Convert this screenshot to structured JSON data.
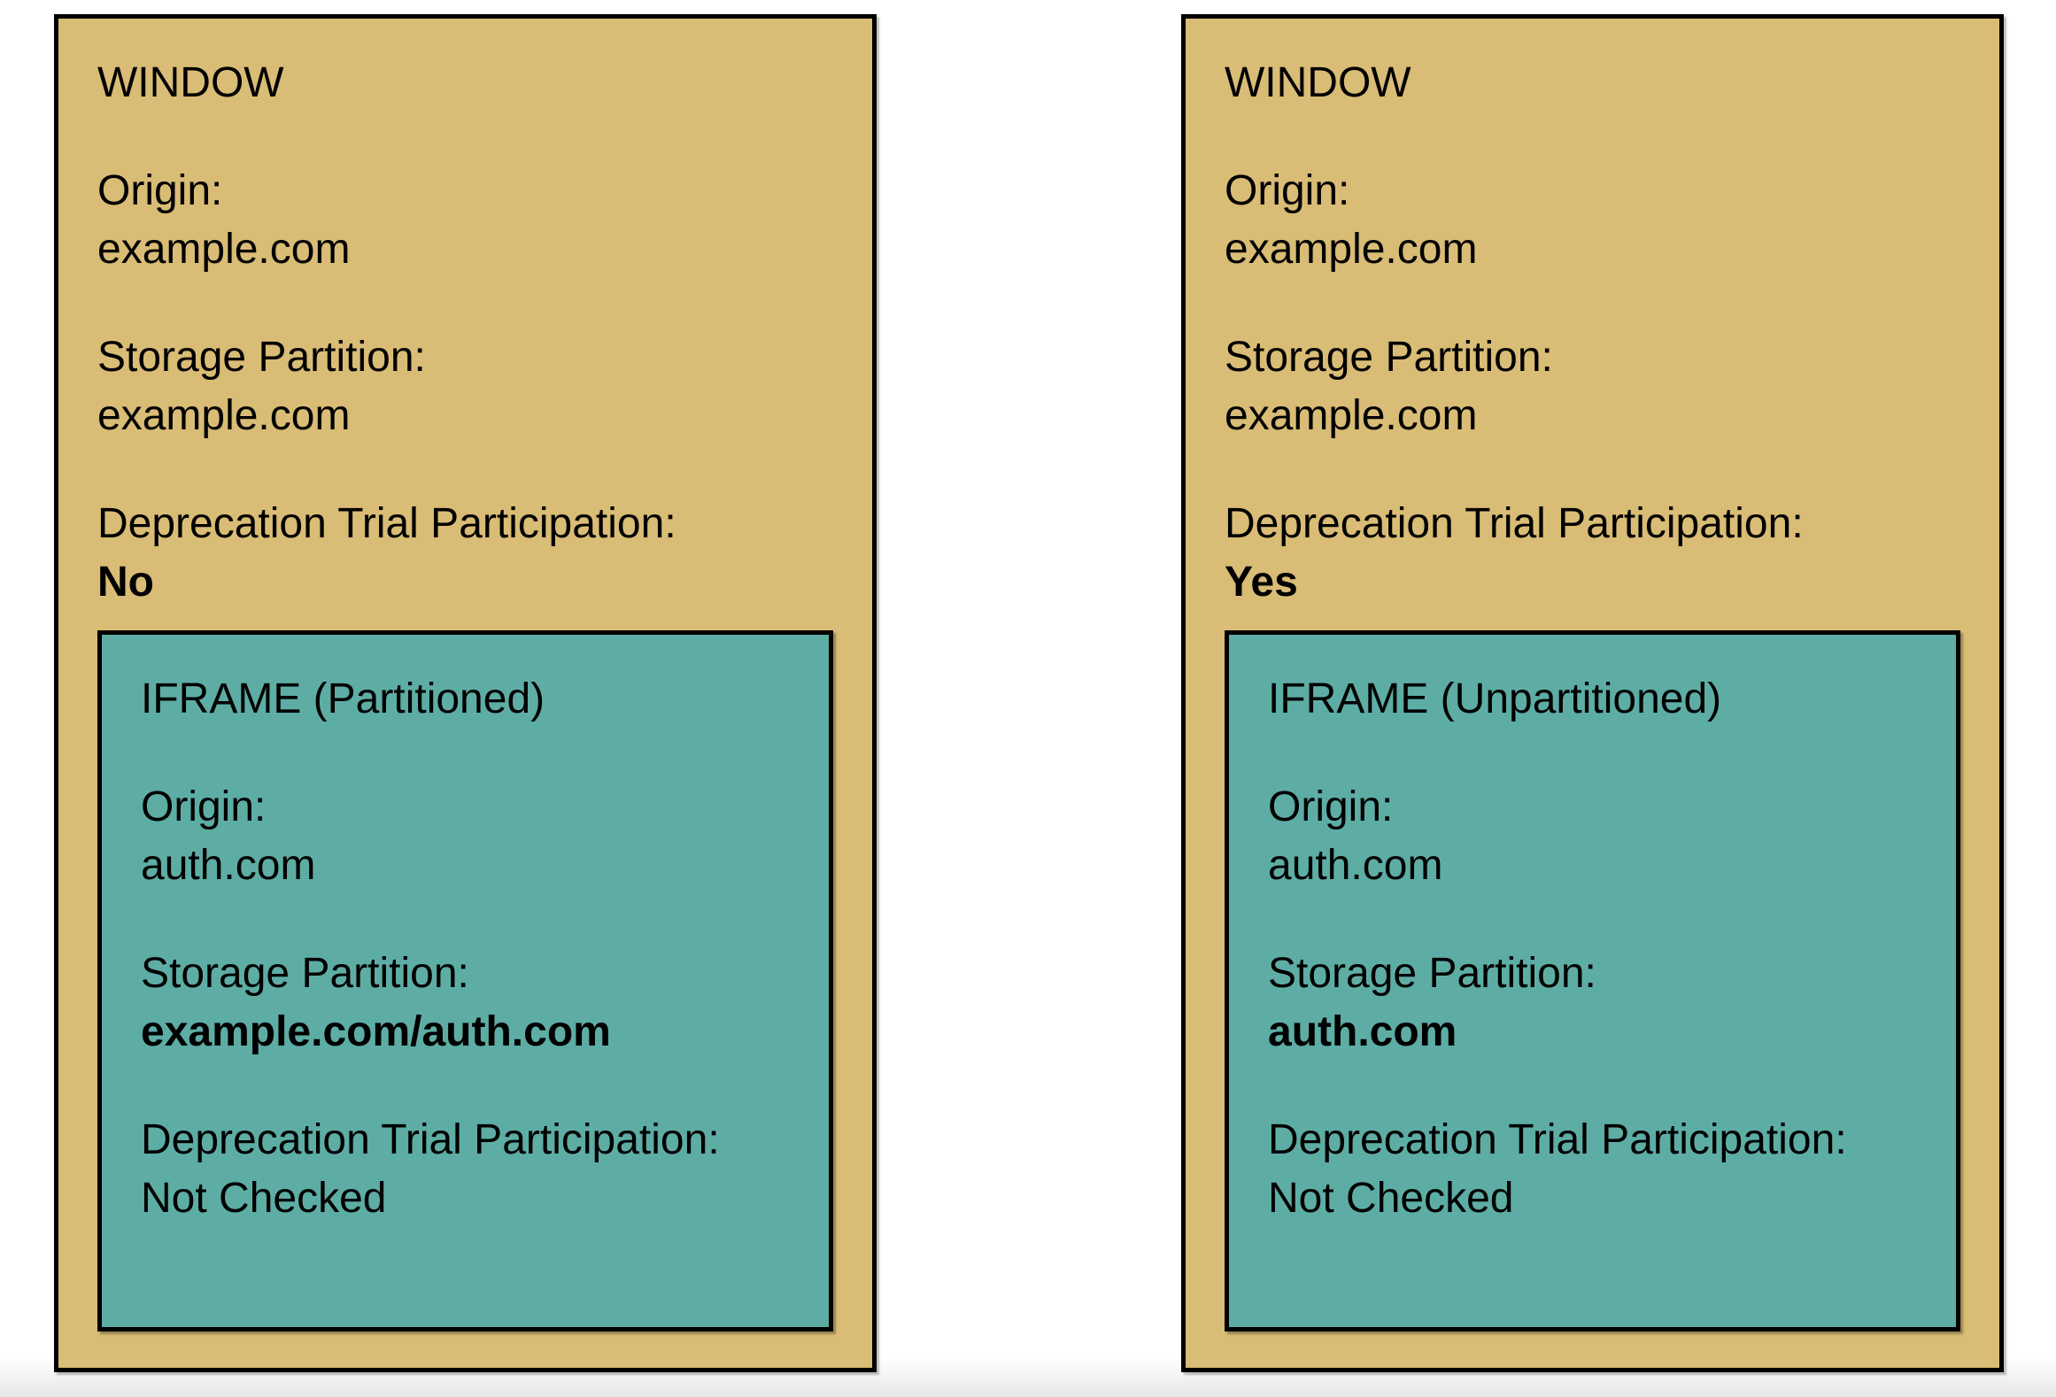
{
  "colors": {
    "window_fill": "#d9bc75",
    "iframe_fill": "#5dada5",
    "border": "#000000",
    "bottom_band": "#e7e7e7"
  },
  "windows": [
    {
      "title": "WINDOW",
      "fields": [
        {
          "label": "Origin:",
          "value": "example.com",
          "value_bold": false
        },
        {
          "label": "Storage Partition:",
          "value": "example.com",
          "value_bold": false
        },
        {
          "label": "Deprecation Trial Participation:",
          "value": "No",
          "value_bold": true
        }
      ],
      "iframe": {
        "title": "IFRAME (Partitioned)",
        "fields": [
          {
            "label": "Origin:",
            "value": "auth.com",
            "value_bold": false
          },
          {
            "label": "Storage Partition:",
            "value": "example.com/auth.com",
            "value_bold": true
          },
          {
            "label": "Deprecation Trial Participation:",
            "value": "Not Checked",
            "value_bold": false
          }
        ]
      }
    },
    {
      "title": "WINDOW",
      "fields": [
        {
          "label": "Origin:",
          "value": "example.com",
          "value_bold": false
        },
        {
          "label": "Storage Partition:",
          "value": "example.com",
          "value_bold": false
        },
        {
          "label": "Deprecation Trial Participation:",
          "value": "Yes",
          "value_bold": true
        }
      ],
      "iframe": {
        "title": "IFRAME (Unpartitioned)",
        "fields": [
          {
            "label": "Origin:",
            "value": "auth.com",
            "value_bold": false
          },
          {
            "label": "Storage Partition:",
            "value": "auth.com",
            "value_bold": true
          },
          {
            "label": "Deprecation Trial Participation:",
            "value": "Not Checked",
            "value_bold": false
          }
        ]
      }
    }
  ]
}
